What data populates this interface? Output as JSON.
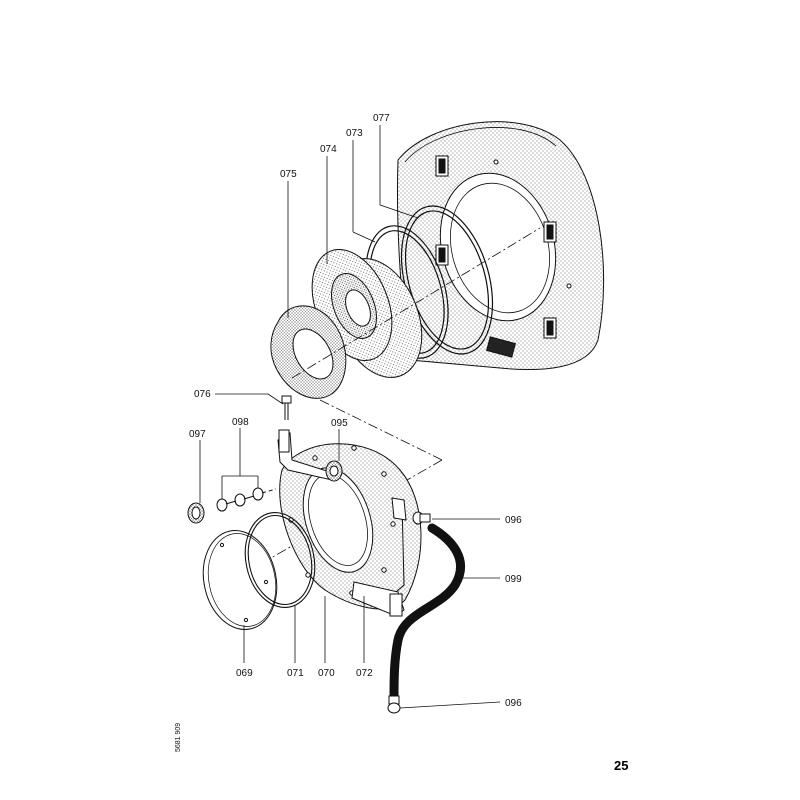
{
  "diagram": {
    "part_labels": {
      "p077": "077",
      "p073": "073",
      "p074": "074",
      "p075": "075",
      "p076": "076",
      "p095": "095",
      "p097": "097",
      "p098": "098",
      "p096_top": "096",
      "p099": "099",
      "p096_bottom": "096",
      "p069": "069",
      "p071": "071",
      "p070": "070",
      "p072": "072"
    },
    "drawing_code": "5681 909"
  },
  "page_number": "25"
}
